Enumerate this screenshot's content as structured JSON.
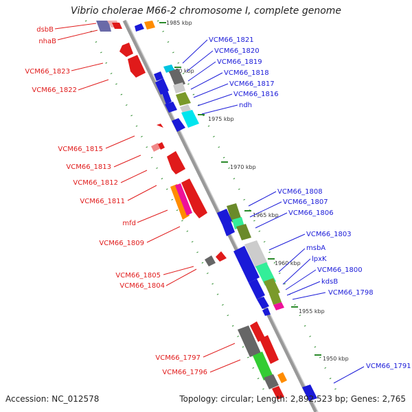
{
  "title": "Vibrio cholerae M66-2 chromosome I, complete genome",
  "footer": {
    "accession": "Accession: NC_012578",
    "topology": "Topology: circular; Length: 2,892,523 bp; Genes: 2,765"
  },
  "colors": {
    "left_strand": "#e01a1a",
    "right_strand": "#1a1ad8",
    "backbone": "#999999",
    "tick_dots": "#2a8a2a"
  },
  "ticks": [
    "1985 kbp",
    "1980 kbp",
    "1975 kbp",
    "1970 kbp",
    "1965 kbp",
    "1960 kbp",
    "1955 kbp",
    "1950 kbp"
  ],
  "left_labels": [
    "dsbB",
    "nhaB",
    "VCM66_1823",
    "VCM66_1822",
    "VCM66_1815",
    "VCM66_1813",
    "VCM66_1812",
    "VCM66_1811",
    "mfd",
    "VCM66_1809",
    "VCM66_1805",
    "VCM66_1804",
    "VCM66_1797",
    "VCM66_1796"
  ],
  "right_labels": [
    "VCM66_1821",
    "VCM66_1820",
    "VCM66_1819",
    "VCM66_1818",
    "VCM66_1817",
    "VCM66_1816",
    "ndh",
    "VCM66_1808",
    "VCM66_1807",
    "VCM66_1806",
    "VCM66_1803",
    "msbA",
    "lpxK",
    "VCM66_1800",
    "kdsB",
    "VCM66_1798",
    "VCM66_1791"
  ]
}
